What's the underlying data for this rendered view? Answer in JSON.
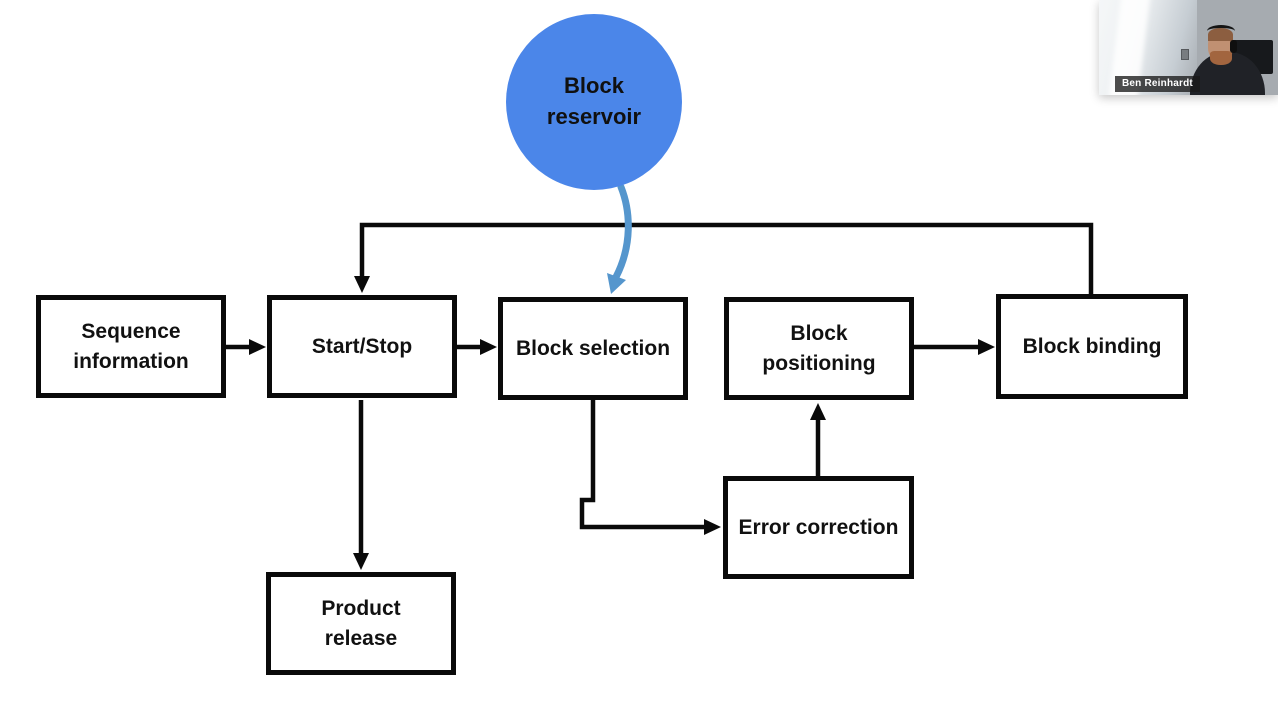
{
  "colors": {
    "background": "#ffffff",
    "stroke": "#0a0a0a",
    "reservoir_fill": "#4b86e9",
    "reservoir_arrow": "#5596cd",
    "name_tag_bg": "rgba(25,25,25,0.78)"
  },
  "diagram": {
    "reservoir": {
      "label": "Block reservoir"
    },
    "nodes": {
      "sequence_information": {
        "label": "Sequence information"
      },
      "start_stop": {
        "label": "Start/Stop"
      },
      "block_selection": {
        "label": "Block selection"
      },
      "block_positioning": {
        "label": "Block positioning"
      },
      "block_binding": {
        "label": "Block binding"
      },
      "product_release": {
        "label": "Product release"
      },
      "error_correction": {
        "label": "Error correction"
      }
    }
  },
  "webcam": {
    "participant_name": "Ben Reinhardt"
  }
}
